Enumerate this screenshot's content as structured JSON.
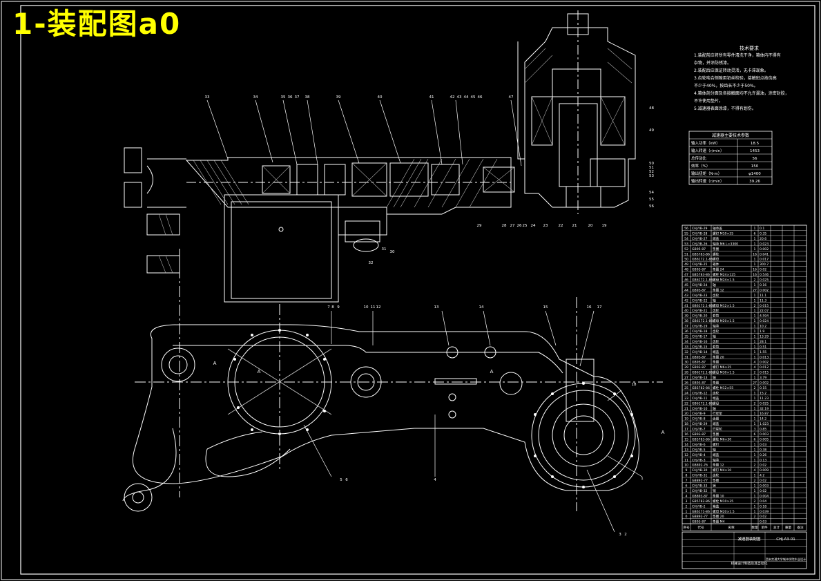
{
  "overlay_title": "1-装配图a0",
  "tech_requirements": {
    "heading": "技术要求",
    "items": [
      "1.装配前应将所有零件清洗干净，箱体内不得有",
      "杂物，并涂防锈漆。",
      "2.装配后应保证转动灵活，无卡滞现象。",
      "3.齿轮啮合侧隙用铅丝检验，接触斑点按齿高",
      "不少于40%，按齿长不少于50%。",
      "4.箱体剖分面及各接触面均不允许漏油，涂密封胶，",
      "不许使用垫片。",
      "5.减速器表面涂漆，不得有划伤。"
    ]
  },
  "spec_table": {
    "title": "减速器主要技术参数",
    "rows": [
      [
        "输入功率（kW）",
        "18.5"
      ],
      [
        "输入转速（r/min）",
        "1453"
      ],
      [
        "总传动比",
        "56"
      ],
      [
        "效率（%）",
        "150"
      ],
      [
        "输出扭矩（N·m）",
        "φ1400"
      ],
      [
        "输出转速（r/min）",
        "39.26"
      ]
    ]
  },
  "callouts_top": [
    "33",
    "34",
    "35",
    "36",
    "37",
    "38",
    "39",
    "40",
    "41",
    "42",
    "43",
    "44",
    "45",
    "46",
    "47"
  ],
  "callouts_right": [
    "48",
    "49",
    "50",
    "51",
    "52",
    "53",
    "54",
    "55",
    "56"
  ],
  "callouts_bottom_top": [
    "29",
    "28",
    "27",
    "26",
    "25",
    "24",
    "23",
    "22",
    "21",
    "20",
    "19"
  ],
  "callouts_middle": [
    "7",
    "8",
    "9",
    "10",
    "11",
    "12",
    "13",
    "14",
    "15",
    "16",
    "17",
    "18"
  ],
  "callouts_lower": [
    "5",
    "6",
    "4",
    "3",
    "2",
    "1"
  ],
  "callouts_small": [
    "32",
    "31",
    "30"
  ],
  "section_labels": [
    "A",
    "A",
    "A",
    "A"
  ],
  "bom": {
    "rows": [
      [
        "56",
        "CHJ-YB-29",
        "轴承盖",
        "1",
        "0.1"
      ],
      [
        "55",
        "CHJ-YB-28",
        "螺钉 M10×35",
        "6",
        "0.35"
      ],
      [
        "54",
        "CHJ-YB-27",
        "端盖",
        "1",
        "20.6"
      ],
      [
        "53",
        "CHJ-YB-26",
        "轴承 M6 L=3300",
        "1",
        "0.023"
      ],
      [
        "52",
        "GB95-87",
        "垫圈",
        "1",
        "0.002"
      ],
      [
        "51",
        "GB5783-86",
        "螺栓",
        "16",
        "0.041"
      ],
      [
        "50",
        "GB6172.1-86",
        "螺母",
        "1",
        "0.017"
      ],
      [
        "49",
        "CHJ-YB-25",
        "箱体",
        "1",
        "300.7"
      ],
      [
        "48",
        "GB93-87",
        "垫圈 24",
        "16",
        "0.02"
      ],
      [
        "47",
        "GB5783-86",
        "螺栓 M24×125",
        "16",
        "0.546"
      ],
      [
        "46",
        "GB6172.1-86",
        "螺母 M24×1.5",
        "2",
        "0.025"
      ],
      [
        "45",
        "CHJ-YB-24",
        "轴",
        "1",
        "0.16"
      ],
      [
        "44",
        "GB93-87",
        "垫圈 12",
        "27",
        "0.002"
      ],
      [
        "43",
        "CHJ-YB-23",
        "齿轮",
        "1",
        "11.1"
      ],
      [
        "42",
        "CHJ-YB-22",
        "轴",
        "1",
        "11.3"
      ],
      [
        "41",
        "GB6172.1-86",
        "螺母 M12×1.5",
        "2",
        "0.015"
      ],
      [
        "40",
        "CHJ-YB-21",
        "齿轮",
        "1",
        "22.07"
      ],
      [
        "39",
        "CHJ-YB-20",
        "套筒",
        "1",
        "4.594"
      ],
      [
        "38",
        "GB6172.1-86",
        "螺母 M20×1.5",
        "1",
        "0.024"
      ],
      [
        "37",
        "CHJ-YB-19",
        "轴承",
        "1",
        "10.2"
      ],
      [
        "36",
        "CHJ-YB-18",
        "齿轮",
        "1",
        "1.9"
      ],
      [
        "35",
        "CHJ-YB-17",
        "轴",
        "1",
        "13.29"
      ],
      [
        "34",
        "CHJ-YB-16",
        "齿轮",
        "1",
        "28.1"
      ],
      [
        "33",
        "CHJ-YB-15",
        "套筒",
        "1",
        "0.51"
      ],
      [
        "32",
        "CHJ-YB-14",
        "端盖",
        "1",
        "1.55"
      ],
      [
        "31",
        "GB93-87",
        "垫圈 20",
        "1",
        "0.013"
      ],
      [
        "30",
        "GB95-87",
        "垫圈",
        "4",
        "0.002"
      ],
      [
        "29",
        "GB93-87",
        "螺钉 M6×25",
        "4",
        "0.012"
      ],
      [
        "28",
        "GB6172.1-86",
        "螺母 M30×1.5",
        "2",
        "0.015"
      ],
      [
        "27",
        "CHJ-YB-13",
        "轴",
        "1",
        "3.79"
      ],
      [
        "26",
        "GB93-87",
        "垫圈",
        "27",
        "0.002"
      ],
      [
        "25",
        "GB5782-86",
        "螺栓 M12×55",
        "2",
        "0.15"
      ],
      [
        "24",
        "CHJ-YB-12",
        "齿轮",
        "1",
        "15.2"
      ],
      [
        "23",
        "CHJ-YB-11",
        "端盖",
        "1",
        "11.23"
      ],
      [
        "22",
        "GB6172.1-86",
        "螺母",
        "2",
        "0.025"
      ],
      [
        "21",
        "CHJ-YB-10",
        "轴",
        "1",
        "32.19"
      ],
      [
        "20",
        "CHJ-YB-9",
        "行星架",
        "1",
        "16.87"
      ],
      [
        "19",
        "CHJ-YB-8",
        "齿圈",
        "1",
        "14.2"
      ],
      [
        "18",
        "CHJ-YB-29",
        "端盖",
        "1",
        "1.023"
      ],
      [
        "17",
        "CHJ-YB-7",
        "行星轮",
        "3",
        "0.85"
      ],
      [
        "16",
        "GB93-87",
        "垫圈",
        "6",
        "0.003"
      ],
      [
        "15",
        "GB5783-86",
        "螺栓 M6×30",
        "6",
        "0.005"
      ],
      [
        "14",
        "CHJ-YB-6",
        "螺钉",
        "1",
        "0.03"
      ],
      [
        "13",
        "CHJ-YB-5",
        "轴",
        "1",
        "0.38"
      ],
      [
        "12",
        "CHJ-YB-4",
        "端盖",
        "1",
        "0.26"
      ],
      [
        "11",
        "CHJ-YB-3",
        "轴承",
        "1",
        "0.13"
      ],
      [
        "10",
        "GB892-76",
        "垫圈 12",
        "2",
        "0.02"
      ],
      [
        "9",
        "CHJ-YB-30",
        "螺钉 M4×10",
        "4",
        "0.009"
      ],
      [
        "8",
        "CHJ-YB-31",
        "齿轮",
        "1",
        "4.2"
      ],
      [
        "7",
        "GB892-77",
        "垫圈",
        "2",
        "0.02"
      ],
      [
        "6",
        "CHJ-YB-33",
        "销",
        "1",
        "0.003"
      ],
      [
        "5",
        "CHJ-YB-32",
        "销",
        "1",
        "0.02"
      ],
      [
        "4",
        "GB893-87",
        "垫圈 10",
        "1",
        "0.004"
      ],
      [
        "3",
        "GB5782-86",
        "螺栓 M10×35",
        "2",
        "0.04"
      ],
      [
        "2",
        "CHJ-YB-2",
        "箱盖",
        "1",
        "0.18"
      ],
      [
        "1",
        "GB6171-86",
        "螺母 M20×1.5",
        "1",
        "0.039"
      ],
      [
        "0",
        "GB892-77",
        "垫圈 20",
        "2",
        "0.02"
      ],
      [
        "",
        "GB93-87",
        "垫圈 M4",
        "",
        "0.03"
      ]
    ],
    "header": [
      "序号",
      "代号",
      "名称",
      "数量",
      "单件",
      "总计",
      "重量",
      "备注"
    ]
  },
  "title_block": {
    "drawing_no": "CHJ-A3-01",
    "name": "减速器装配图",
    "school": "西安交通大学城市学院毕业设计",
    "unit": "机械设计制造及其自动化"
  }
}
